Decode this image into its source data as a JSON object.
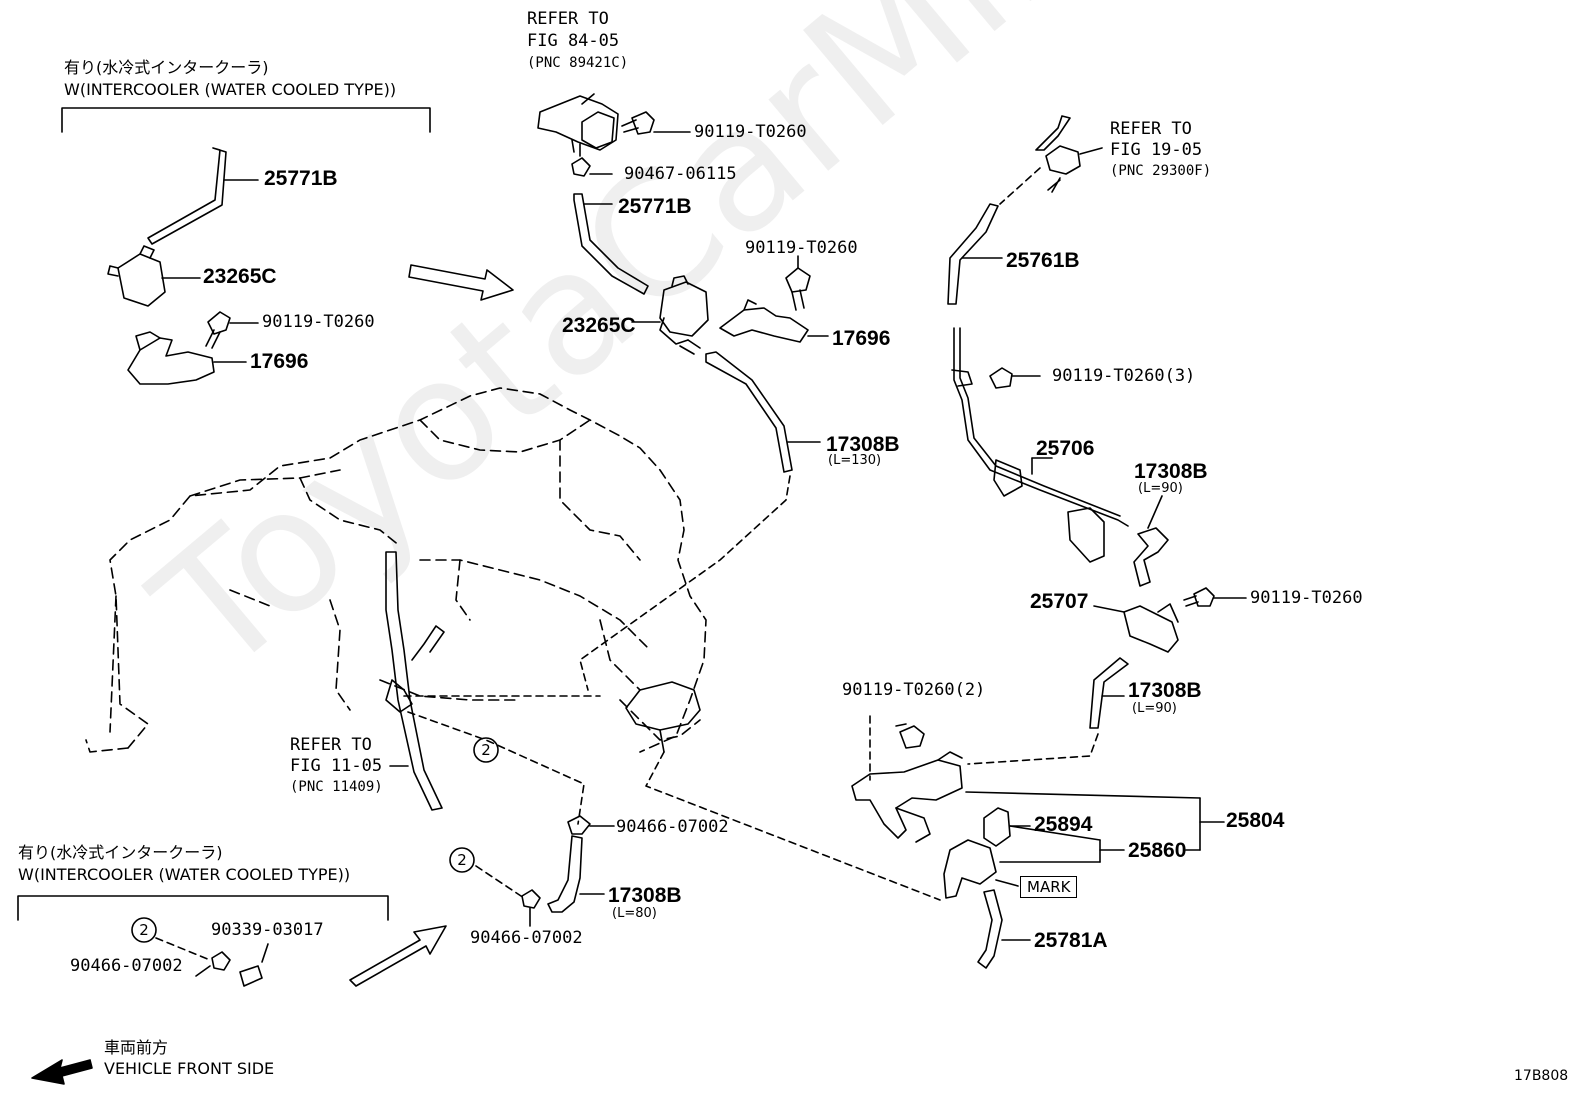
{
  "watermark": "ToyotaCarMine.ru",
  "notes": {
    "top_left": {
      "jp": "有り(水冷式インタークーラ)",
      "en": "W(INTERCOOLER (WATER COOLED TYPE))"
    },
    "bottom_left": {
      "jp": "有り(水冷式インタークーラ)",
      "en": "W(INTERCOOLER (WATER COOLED TYPE))"
    },
    "front": {
      "jp": "車両前方",
      "en": "VEHICLE FRONT SIDE"
    }
  },
  "refs": {
    "fig_84": {
      "line1": "REFER TO",
      "line2": "FIG 84-05",
      "line3": "(PNC 89421C)"
    },
    "fig_19": {
      "line1": "REFER TO",
      "line2": "FIG 19-05",
      "line3": "(PNC 29300F)"
    },
    "fig_11": {
      "line1": "REFER TO",
      "line2": "FIG 11-05",
      "line3": "(PNC 11409)"
    }
  },
  "parts": {
    "p25771b_a": "25771B",
    "p23265c_a": "23265C",
    "p90119_a": "90119-T0260",
    "p17696_a": "17696",
    "p90119_b": "90119-T0260",
    "p90467": "90467-06115",
    "p25771b_b": "25771B",
    "p90119_c": "90119-T0260",
    "p23265c_b": "23265C",
    "p17696_b": "17696",
    "p17308b_a": "17308B",
    "p25761b": "25761B",
    "p90119_3": "90119-T0260(3)",
    "p25706": "25706",
    "p17308b_b": "17308B",
    "p25707": "25707",
    "p90119_d": "90119-T0260",
    "p90119_2": "90119-T0260(2)",
    "p17308b_c": "17308B",
    "p25804": "25804",
    "p25894": "25894",
    "p25860": "25860",
    "p25781a": "25781A",
    "p90466_a": "90466-07002",
    "p17308b_d": "17308B",
    "p90466_b": "90466-07002",
    "p90339": "90339-03017",
    "p90466_c": "90466-07002"
  },
  "lengths": {
    "l130": "(L=130)",
    "l90_a": "(L=90)",
    "l90_b": "(L=90)",
    "l80": "(L=80)"
  },
  "mark_label": "MARK",
  "circle_num": "2",
  "figure_code": "17B808"
}
